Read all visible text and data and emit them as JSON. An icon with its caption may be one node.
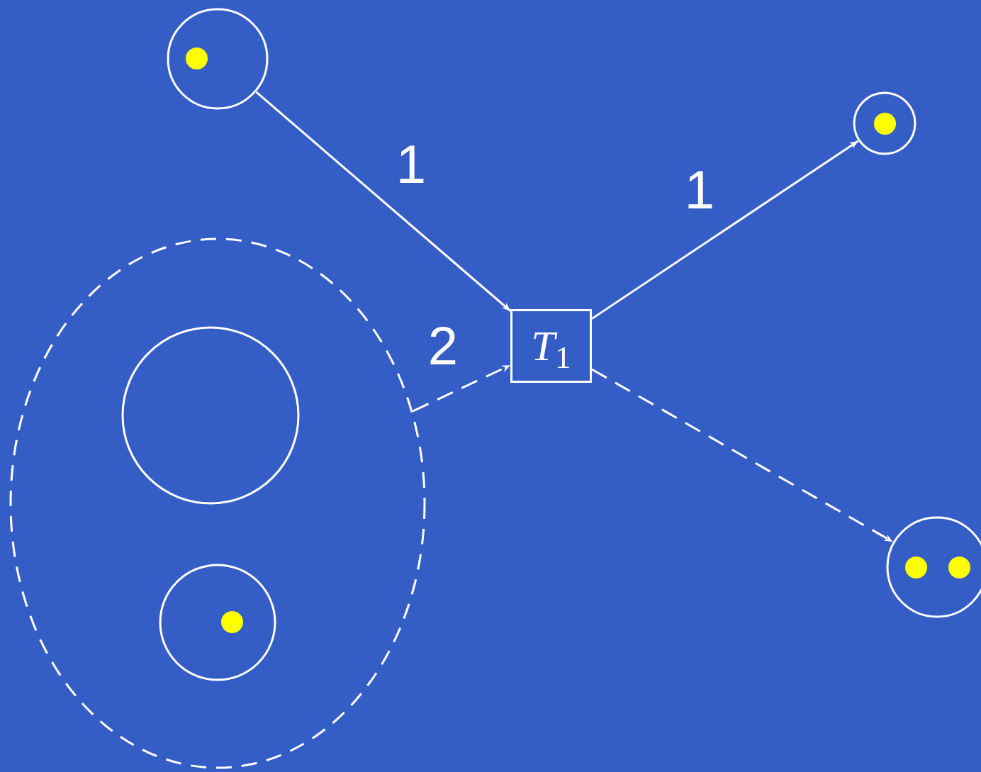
{
  "diagram": {
    "nodes": [
      {
        "text": [],
        "shape": "circle"
      },
      {
        "text": [],
        "shape": "circle"
      },
      {
        "text": [],
        "shape": "circle",
        "in": 1
      },
      {
        "text": [],
        "shape": "circle",
        "in": 1
      },
      {
        "text": [
          "*T*$_{1}$"
        ]
      },
      {
        "text": [],
        "shape": "circle"
      },
      {
        "text": [],
        "shape": "circle"
      }
    ],
    "edges": [
      {
        "from": 0,
        "to": 4,
        "arrow": "to",
        "label": "1"
      },
      {
        "from": 4,
        "to": 5,
        "arrow": "to",
        "label": "1"
      },
      {
        "from": 1,
        "to": 4,
        "arrow": "to",
        "label": "2",
        "style": "dashed"
      },
      {
        "from": 4,
        "to": 6,
        "arrow": "to",
        "style": "dashed"
      }
    ]
  }
}
